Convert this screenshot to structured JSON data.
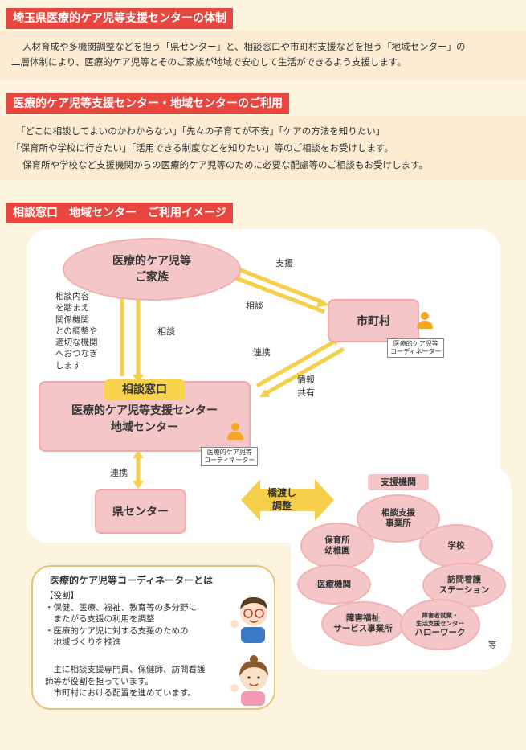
{
  "section1": {
    "title": "埼玉県医療的ケア児等支援センターの体制",
    "lines": [
      "人材育成や多機関調整などを担う「県センター」と、相談窓口や市町村支援などを担う「地域センター」の",
      "二層体制により、医療的ケア児等とそのご家族が地域で安心して生活ができるよう支援します。"
    ]
  },
  "section2": {
    "title": "医療的ケア児等支援センター・地域センターのご利用",
    "lines": [
      "「どこに相談してよいのかわからない」「先々の子育てが不安」「ケアの方法を知りたい」",
      "「保育所や学校に行きたい」「活用できる制度などを知りたい」等のご相談をお受けします。",
      "保育所や学校など支援機関からの医療的ケア児等のために必要な配慮等のご相談もお受けします。"
    ]
  },
  "section3": {
    "title": "相談窓口　地域センター　ご利用イメージ"
  },
  "diagram": {
    "family": [
      "医療的ケア児等",
      "ご家族"
    ],
    "city": "市町村",
    "coordinator_city": [
      "医療的ケア児等",
      "コーディネーター"
    ],
    "window_tag": "相談窓口",
    "center": [
      "医療的ケア児等支援センター",
      "地域センター"
    ],
    "coordinator_center": [
      "医療的ケア児等",
      "コーディネーター"
    ],
    "pref": "県センター",
    "left_note": [
      "相談内容",
      "を踏まえ",
      "関係機関",
      "との調整や",
      "適切な機関",
      "へおつなぎ",
      "します"
    ],
    "label_soudan_vertical": "相談",
    "label_shien": "支援",
    "label_soudan_diag": "相談",
    "label_renkei_diag": "連携",
    "label_jouhou": [
      "情報",
      "共有"
    ],
    "label_renkei_vertical": "連携",
    "bridge": [
      "橋渡し",
      "調整"
    ],
    "support_title": "支援機関",
    "support_nodes": [
      [
        "相談支援",
        "事業所"
      ],
      [
        "保育所",
        "幼稚園"
      ],
      [
        "学校"
      ],
      [
        "医療機関"
      ],
      [
        "訪問看護",
        "ステーション"
      ],
      [
        "障害福祉",
        "サービス事業所"
      ],
      [
        "障害者就業・",
        "生活支援センター",
        "ハローワーク"
      ]
    ],
    "etc": "等"
  },
  "coordinator_box": {
    "title": "医療的ケア児等コーディネーターとは",
    "role_head": "【役割】",
    "roles": [
      "・保健、医療、福祉、教育等の多分野に",
      "　またがる支援の利用を調整",
      "・医療的ケア児に対する支援のための",
      "　地域づくりを推進"
    ],
    "body": [
      "　主に相談支援専門員、保健師、訪問看護",
      "師等が役割を担っています。",
      "　市町村における配置を進めています。"
    ]
  },
  "colors": {
    "header_red": "#e8463f",
    "arrow_yellow": "#f6cf4a",
    "node_pink": "#f4c6c8",
    "person_orange": "#f6a623"
  }
}
